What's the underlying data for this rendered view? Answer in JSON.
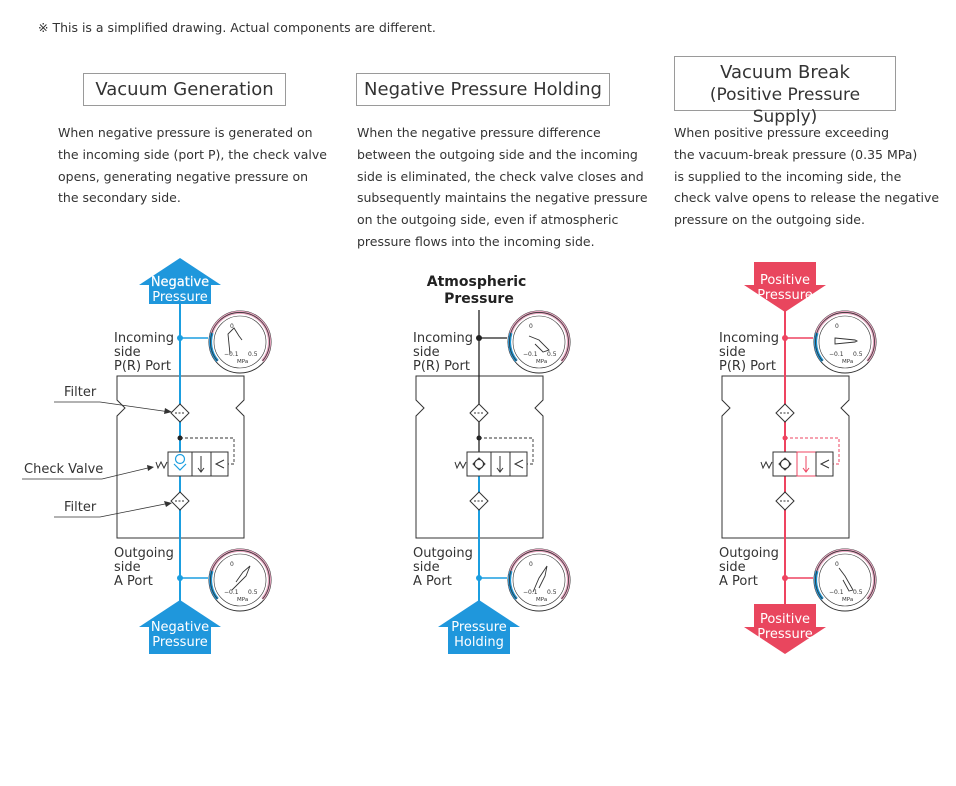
{
  "note": "※ This is a simplified drawing. Actual components are different.",
  "columns": [
    {
      "title": "Vacuum Generation",
      "description": [
        "When negative pressure is generated on",
        "the incoming side (port P), the check valve",
        "opens, generating negative pressure on",
        "the secondary side."
      ],
      "top_label": [
        "Negative",
        "Pressure"
      ],
      "bottom_label": [
        "Negative",
        "Pressure"
      ],
      "incoming_label": [
        "Incoming",
        "side",
        "P(R) Port"
      ],
      "outgoing_label": [
        "Outgoing",
        "side",
        "A Port"
      ],
      "line_color": "#1b9ee0",
      "arrow_color": "#1f97dc"
    },
    {
      "title": "Negative Pressure Holding",
      "description": [
        "When the negative pressure difference",
        "between the outgoing side and the incoming",
        "side is eliminated, the check valve closes and",
        "subsequently maintains the negative pressure",
        "on the outgoing side, even if atmospheric",
        "pressure flows into the incoming side."
      ],
      "top_label": [
        "Atmospheric",
        "Pressure"
      ],
      "bottom_label": [
        "Pressure",
        "Holding"
      ],
      "incoming_label": [
        "Incoming",
        "side",
        "P(R) Port"
      ],
      "outgoing_label": [
        "Outgoing",
        "side",
        "A Port"
      ],
      "line_color": "#1b9ee0",
      "arrow_color": "#1f97dc"
    },
    {
      "title_lines": [
        "Vacuum Break",
        "(Positive Pressure Supply)"
      ],
      "description": [
        "When positive pressure exceeding",
        "the vacuum-break pressure (0.35 MPa)",
        "is supplied to the incoming side, the",
        "check valve opens to release the negative",
        "pressure on the outgoing side."
      ],
      "top_label": [
        "Positive",
        "Pressure"
      ],
      "bottom_label": [
        "Positive",
        "Pressure"
      ],
      "incoming_label": [
        "Incoming",
        "side",
        "P(R) Port"
      ],
      "outgoing_label": [
        "Outgoing",
        "side",
        "A Port"
      ],
      "line_color": "#ee4460",
      "arrow_color": "#e9465e"
    }
  ],
  "callouts": {
    "filter_top": "Filter",
    "check_valve": "Check Valve",
    "filter_bottom": "Filter"
  },
  "gauge": {
    "zero": "0",
    "min": "−0.1",
    "max": "0.5",
    "unit": "MPa"
  }
}
